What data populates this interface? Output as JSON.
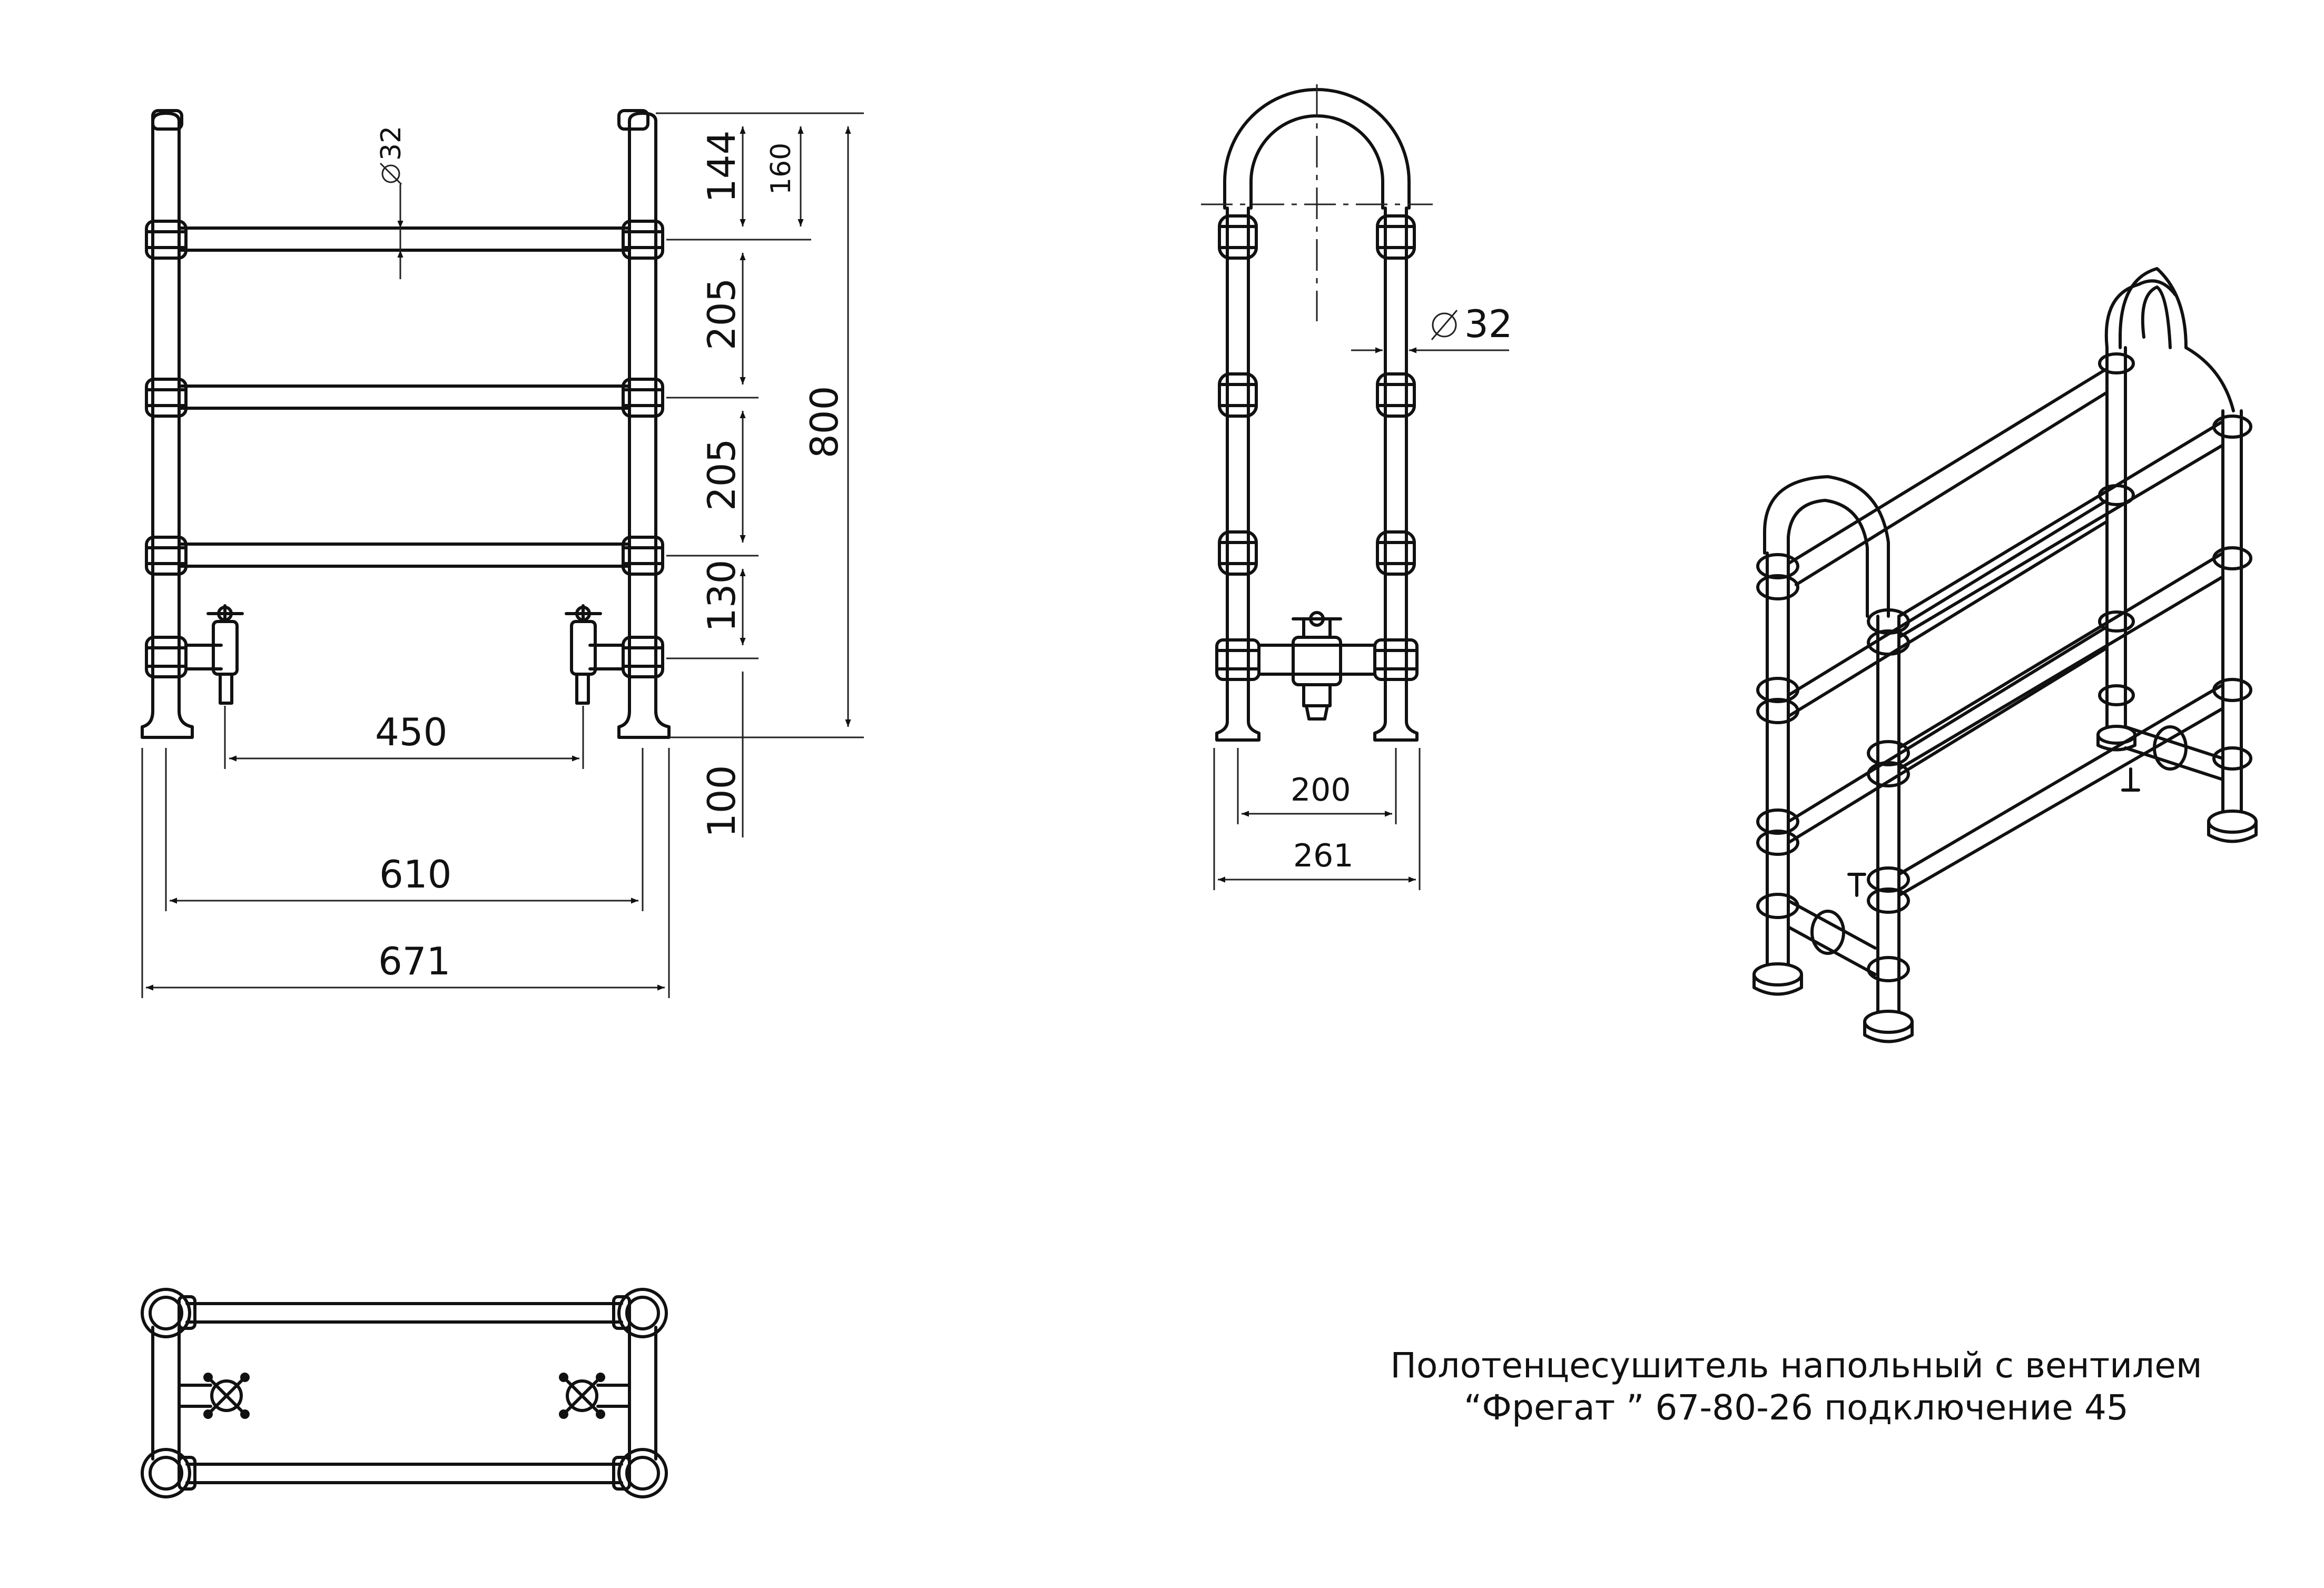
{
  "front_view": {
    "pipe_diameter_label": "32",
    "dim_top_rail": "144",
    "dim_top_cap": "160",
    "dim_spacing_1": "205",
    "dim_spacing_2": "205",
    "dim_bottom_rail": "130",
    "dim_overall_height": "800",
    "dim_foot": "100",
    "dim_valve_spacing": "450",
    "dim_leg_spacing": "610",
    "dim_overall_width": "671"
  },
  "side_view": {
    "pipe_diameter_label": "32",
    "dim_inner_depth": "200",
    "dim_overall_depth": "261"
  },
  "title_block": {
    "line1": "Полотенцесушитель напольный с вентилем",
    "line2": "“Фрегат ” 67-80-26 подключение 45"
  },
  "colors": {
    "line": "#111111",
    "background": "#ffffff"
  }
}
